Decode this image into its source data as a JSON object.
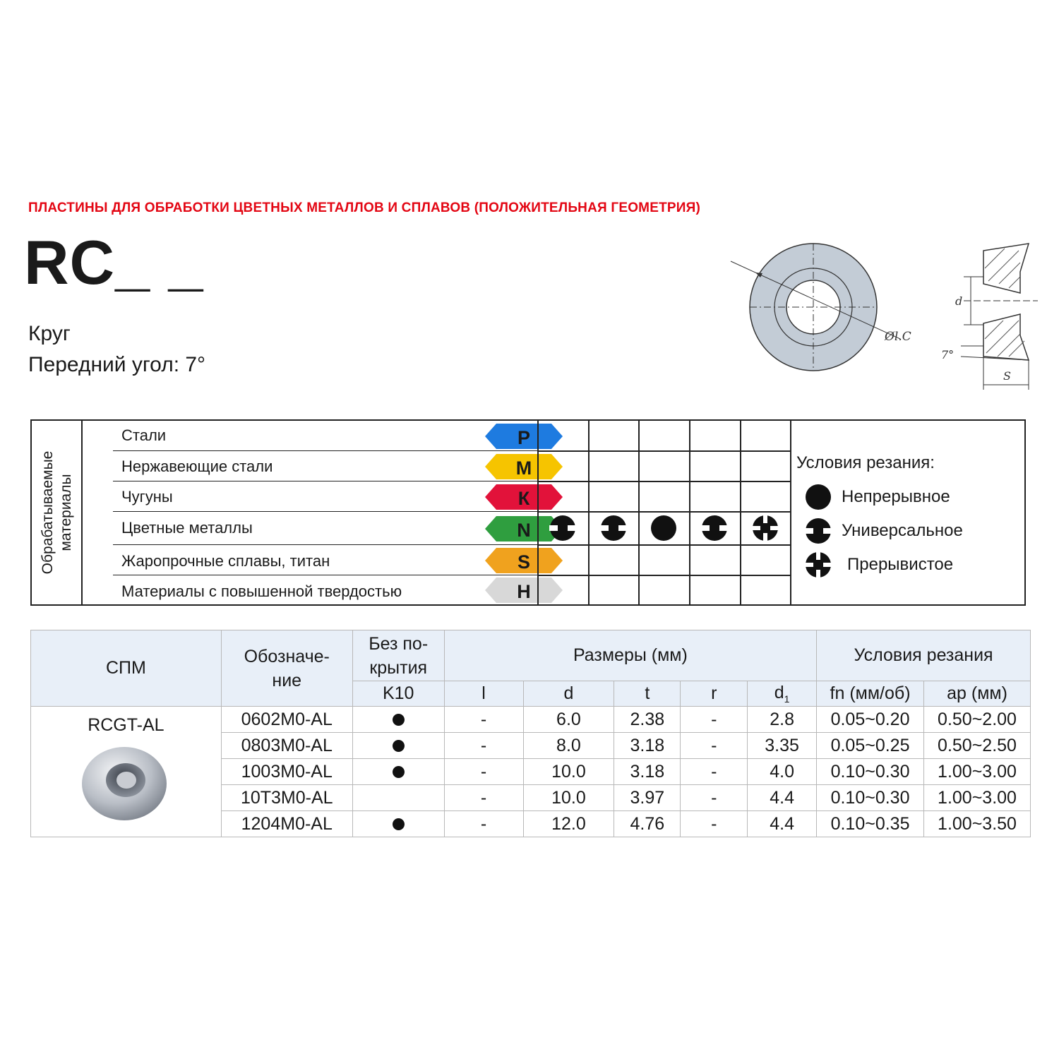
{
  "header": {
    "subtitle": "ПЛАСТИНЫ ДЛЯ ОБРАБОТКИ ЦВЕТНЫХ МЕТАЛЛОВ И СПЛАВОВ (ПОЛОЖИТЕЛЬНАЯ ГЕОМЕТРИЯ)",
    "code": "RC_ _",
    "shape": "Круг",
    "rake_angle": "Передний угол: 7°"
  },
  "drawings": {
    "diameter_label": "Øl.C",
    "d_label": "d",
    "angle_label": "7°",
    "s_label": "S"
  },
  "materials": {
    "side_label_1": "Обрабатываемые",
    "side_label_2": "материалы",
    "rows": [
      {
        "label": "Стали",
        "code": "P",
        "color": "#1e7be0"
      },
      {
        "label": "Нержавеющие стали",
        "code": "M",
        "color": "#f6c400"
      },
      {
        "label": "Чугуны",
        "code": "К",
        "color": "#e2123a"
      },
      {
        "label": "Цветные металлы",
        "code": "N",
        "color": "#2f9e3f"
      },
      {
        "label": "Жаропрочные сплавы, титан",
        "code": "S",
        "color": "#f0a21e"
      },
      {
        "label": "Материалы с повышенной твердостью",
        "code": "H",
        "color": "#d8d8d8"
      }
    ],
    "n_row_conditions": [
      "universal",
      "universal",
      "continuous",
      "universal",
      "interrupted"
    ]
  },
  "cutting_legend": {
    "title": "Условия резания:",
    "items": [
      {
        "label": "Непрерывное",
        "icon": "continuous-icon"
      },
      {
        "label": "Универсальное",
        "icon": "universal-icon"
      },
      {
        "label": "Прерывистое",
        "icon": "interrupted-icon"
      }
    ]
  },
  "specs": {
    "headers": {
      "spm": "СПМ",
      "designation": "Обозначе-ние",
      "uncoated": "Без по-крытия",
      "dimensions": "Размеры (мм)",
      "conditions": "Условия резания",
      "grade": "K10",
      "l": "l",
      "d": "d",
      "t": "t",
      "r": "r",
      "d1": "d",
      "d1_sub": "1",
      "fn": "fn (мм/об)",
      "ap": "ap (мм)"
    },
    "spm_name": "RCGT-AL",
    "rows": [
      {
        "designation": "0602M0-AL",
        "k10": true,
        "l": "-",
        "d": "6.0",
        "t": "2.38",
        "r": "-",
        "d1": "2.8",
        "fn": "0.05~0.20",
        "ap": "0.50~2.00"
      },
      {
        "designation": "0803M0-AL",
        "k10": true,
        "l": "-",
        "d": "8.0",
        "t": "3.18",
        "r": "-",
        "d1": "3.35",
        "fn": "0.05~0.25",
        "ap": "0.50~2.50"
      },
      {
        "designation": "1003M0-AL",
        "k10": true,
        "l": "-",
        "d": "10.0",
        "t": "3.18",
        "r": "-",
        "d1": "4.0",
        "fn": "0.10~0.30",
        "ap": "1.00~3.00"
      },
      {
        "designation": "10T3M0-AL",
        "k10": false,
        "l": "-",
        "d": "10.0",
        "t": "3.97",
        "r": "-",
        "d1": "4.4",
        "fn": "0.10~0.30",
        "ap": "1.00~3.00"
      },
      {
        "designation": "1204M0-AL",
        "k10": true,
        "l": "-",
        "d": "12.0",
        "t": "4.76",
        "r": "-",
        "d1": "4.4",
        "fn": "0.10~0.35",
        "ap": "1.00~3.50"
      }
    ]
  }
}
